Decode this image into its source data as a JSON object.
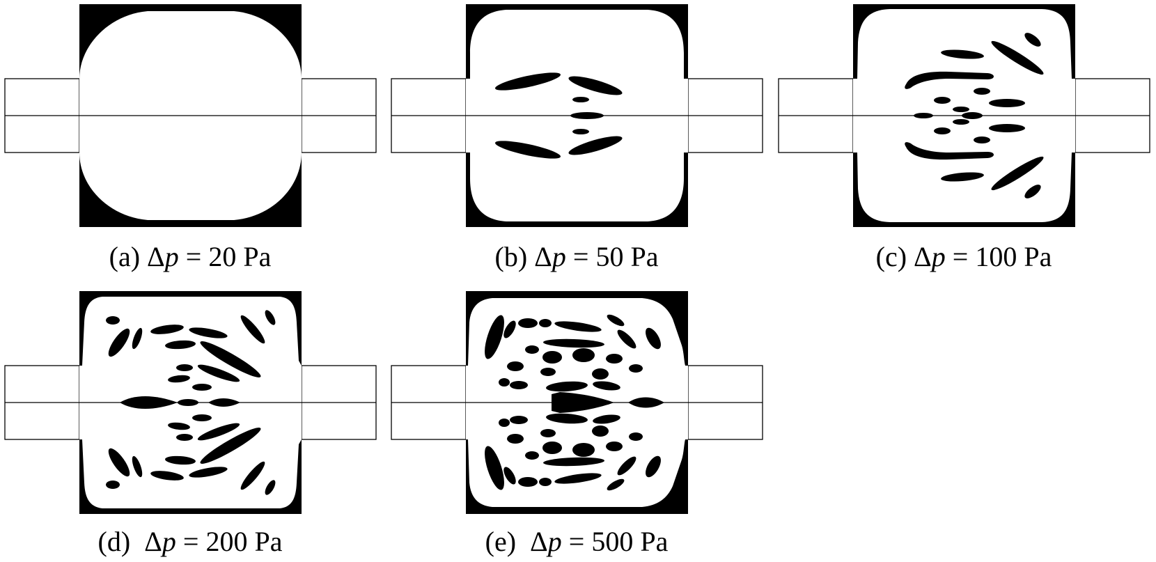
{
  "panels": [
    {
      "id": "a",
      "label": "(a)",
      "symbol": "Δ",
      "variable": "p",
      "value": "= 20 Pa"
    },
    {
      "id": "b",
      "label": "(b)",
      "symbol": "Δ",
      "variable": "p",
      "value": "= 50 Pa"
    },
    {
      "id": "c",
      "label": "(c)",
      "symbol": "Δ",
      "variable": "p",
      "value": "= 100 Pa"
    },
    {
      "id": "d",
      "label": "(d) ",
      "symbol": "Δ",
      "variable": "p",
      "value": "= 200 Pa"
    },
    {
      "id": "e",
      "label": "(e) ",
      "symbol": "Δ",
      "variable": "p",
      "value": "= 500 Pa"
    }
  ],
  "colors": {
    "solid": "#000000",
    "fluid": "#ffffff"
  }
}
